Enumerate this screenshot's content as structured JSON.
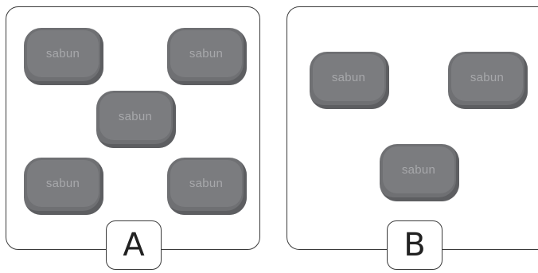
{
  "panels": [
    {
      "label": "A",
      "soap_count": 5
    },
    {
      "label": "B",
      "soap_count": 3
    }
  ],
  "soap_text": "sabun"
}
